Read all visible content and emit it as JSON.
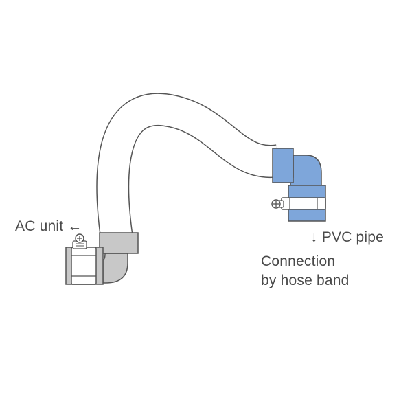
{
  "labels": {
    "ac_unit": "AC unit ←",
    "pvc_pipe": "↓ PVC pipe",
    "connection_line1": "Connection",
    "connection_line2": "by hose band"
  },
  "colors": {
    "outline": "#555555",
    "hose_fill": "#ffffff",
    "gray_fitting": "#c8c8c8",
    "blue_fitting": "#7ea6da",
    "text": "#4a4a4a"
  }
}
